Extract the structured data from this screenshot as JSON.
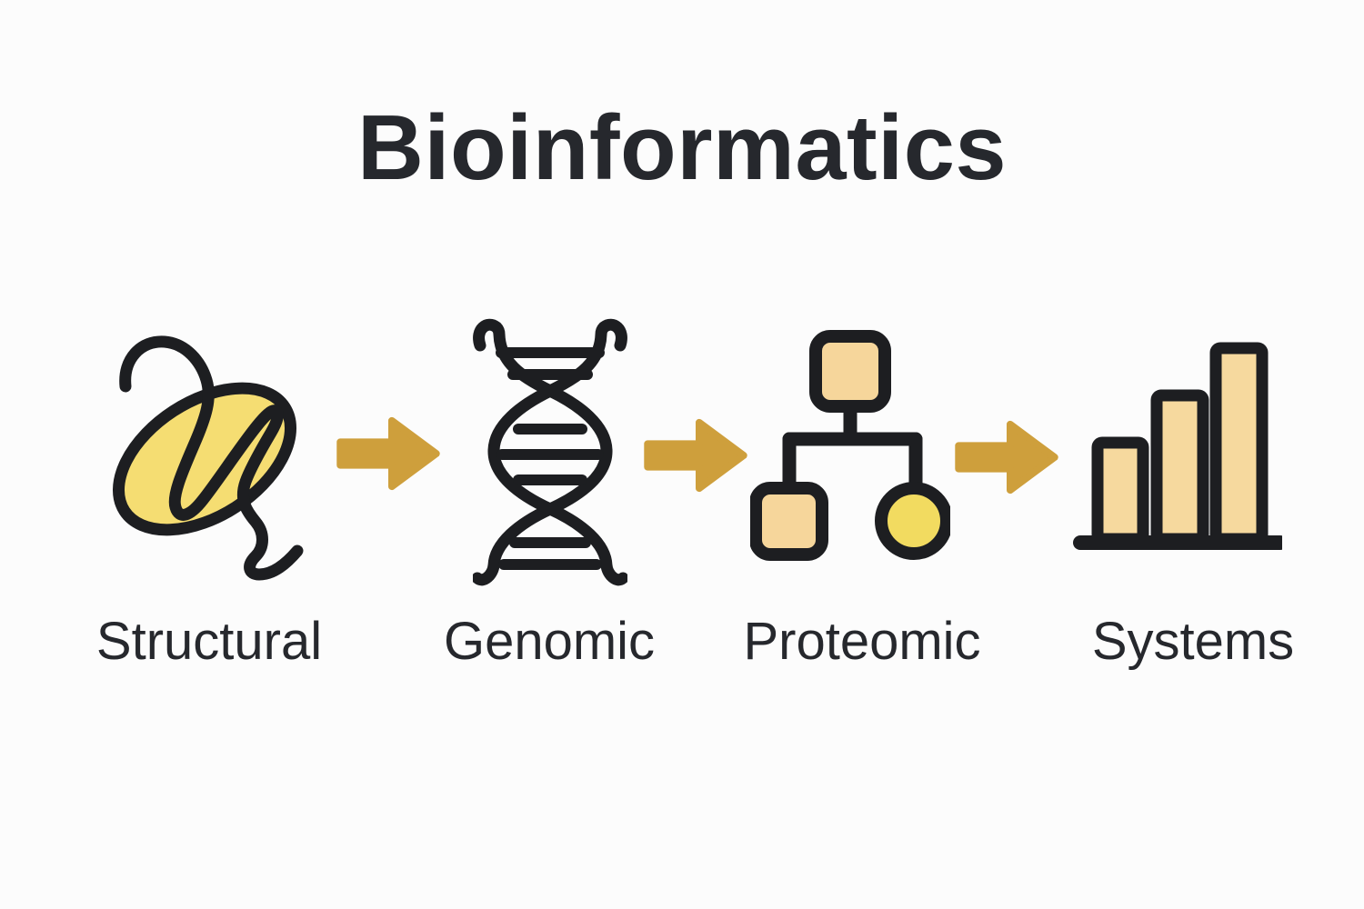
{
  "title": "Bioinformatics",
  "flow": {
    "connector": "right-arrow",
    "stages": [
      {
        "label": "Structural",
        "icon": "protein-structure-icon"
      },
      {
        "label": "Genomic",
        "icon": "dna-helix-icon"
      },
      {
        "label": "Proteomic",
        "icon": "network-hierarchy-icon"
      },
      {
        "label": "Systems",
        "icon": "bar-chart-icon"
      }
    ]
  },
  "colors": {
    "background": "#FCFCFC",
    "title_text": "#26282D",
    "label_text": "#26282D",
    "icon_outline": "#1D1E21",
    "protein_yellow": "#F5DD72",
    "node_peach": "#F6D69B",
    "node_circle_yellow": "#F2DB60",
    "arrow_gold": "#CE9F3C"
  }
}
